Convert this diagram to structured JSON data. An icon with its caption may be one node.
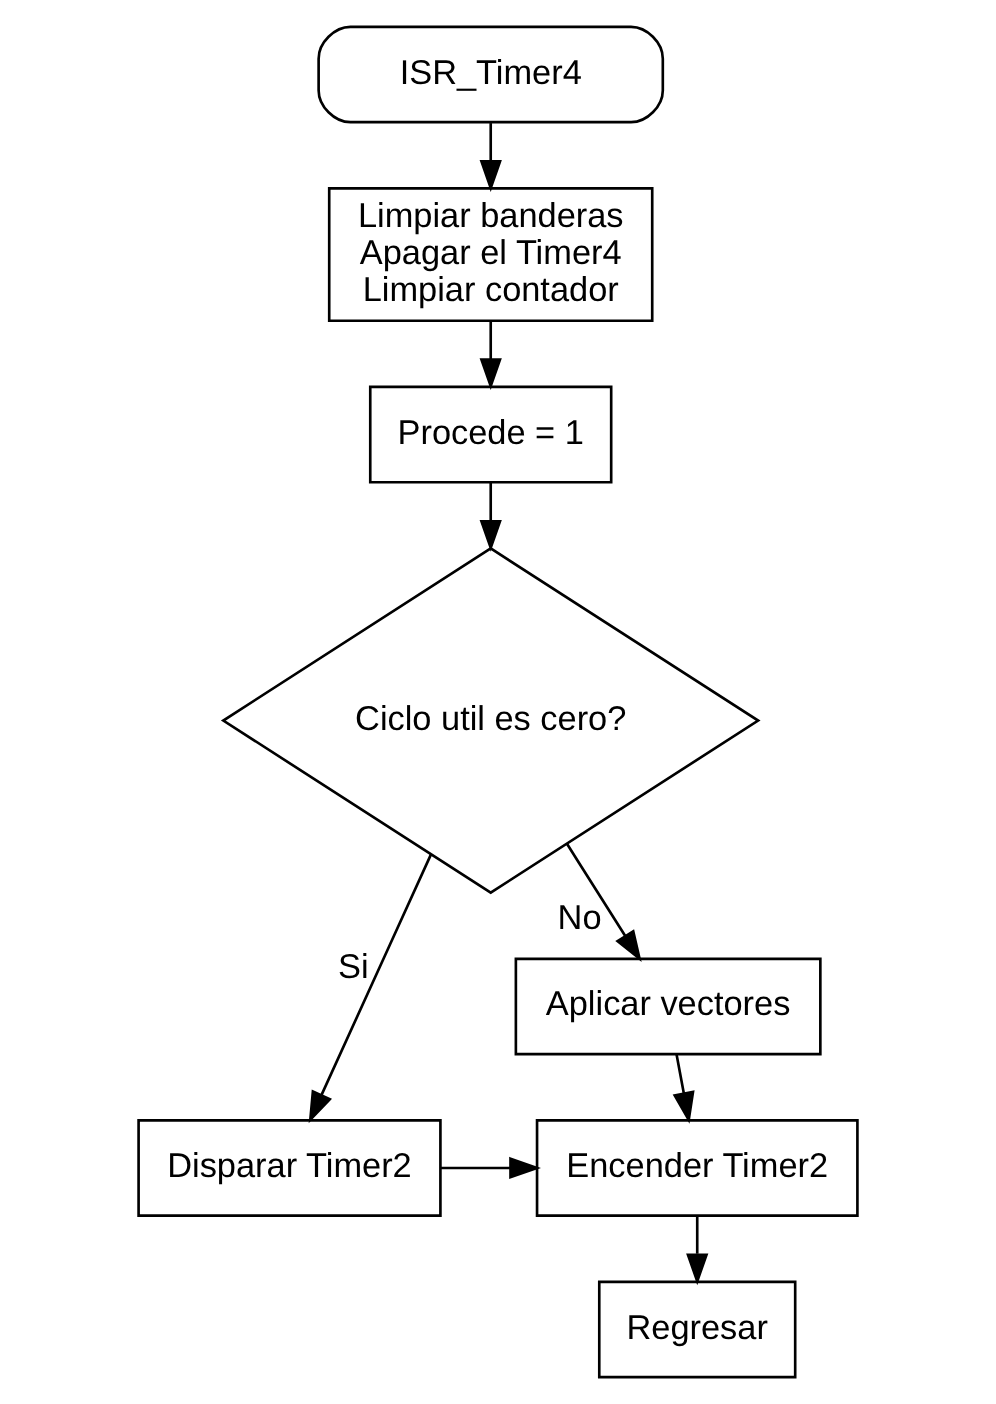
{
  "diagram": {
    "nodes": [
      {
        "text": [
          "ISR_Timer4"
        ]
      },
      {
        "text": [
          "Limpiar banderas",
          "Apagar el Timer4",
          "Limpiar contador"
        ]
      },
      {
        "text": [
          "Procede = 1"
        ]
      },
      {
        "text": [
          "Ciclo util es cero?"
        ]
      },
      {
        "text": [
          "Aplicar vectores"
        ]
      },
      {
        "text": [
          "Disparar Timer2"
        ]
      },
      {
        "text": [
          "Encender Timer2"
        ]
      },
      {
        "text": [
          "Regresar"
        ]
      }
    ],
    "edges": [
      {
        "from": 0,
        "to": 1,
        "arrow": "to"
      },
      {
        "from": 1,
        "to": 2,
        "arrow": "to"
      },
      {
        "from": 2,
        "to": 3,
        "arrow": "to"
      },
      {
        "from": 3,
        "to": 4,
        "arrow": "to",
        "label": "No"
      },
      {
        "from": 3,
        "to": 5,
        "arrow": "to",
        "label": "Si"
      },
      {
        "from": 4,
        "to": 6,
        "arrow": "to"
      },
      {
        "from": 5,
        "to": 6,
        "arrow": "to"
      },
      {
        "from": 6,
        "to": 7,
        "arrow": "to"
      }
    ]
  }
}
